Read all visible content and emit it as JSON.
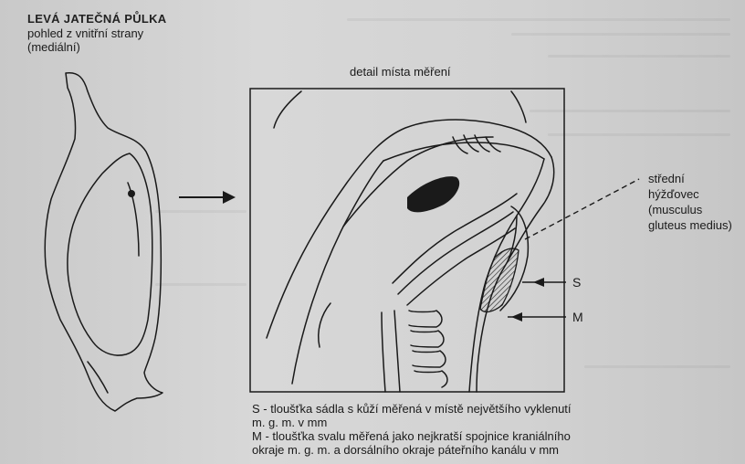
{
  "header": {
    "title": "LEVÁ JATEČNÁ PŮLKA",
    "subtitle_line1": "pohled z vnitřní strany",
    "subtitle_line2": "(mediální)"
  },
  "detail": {
    "caption": "detail místa měření",
    "muscle_label": "střední hýžďovec (musculus gluteus medius)",
    "s_label": "S",
    "m_label": "M"
  },
  "legend": {
    "line1": "S - tloušťka sádla s kůží měřená v místě největšího vyklenutí",
    "line2": "m. g. m. v mm",
    "line3": "M - tloušťka svalu měřená jako nejkratší spojnice kraniálního",
    "line4": "okraje m. g. m. a dorsálního okraje páteřního kanálu v mm"
  },
  "colors": {
    "ink": "#1a1a1a",
    "paper": "#d4d4d4"
  }
}
